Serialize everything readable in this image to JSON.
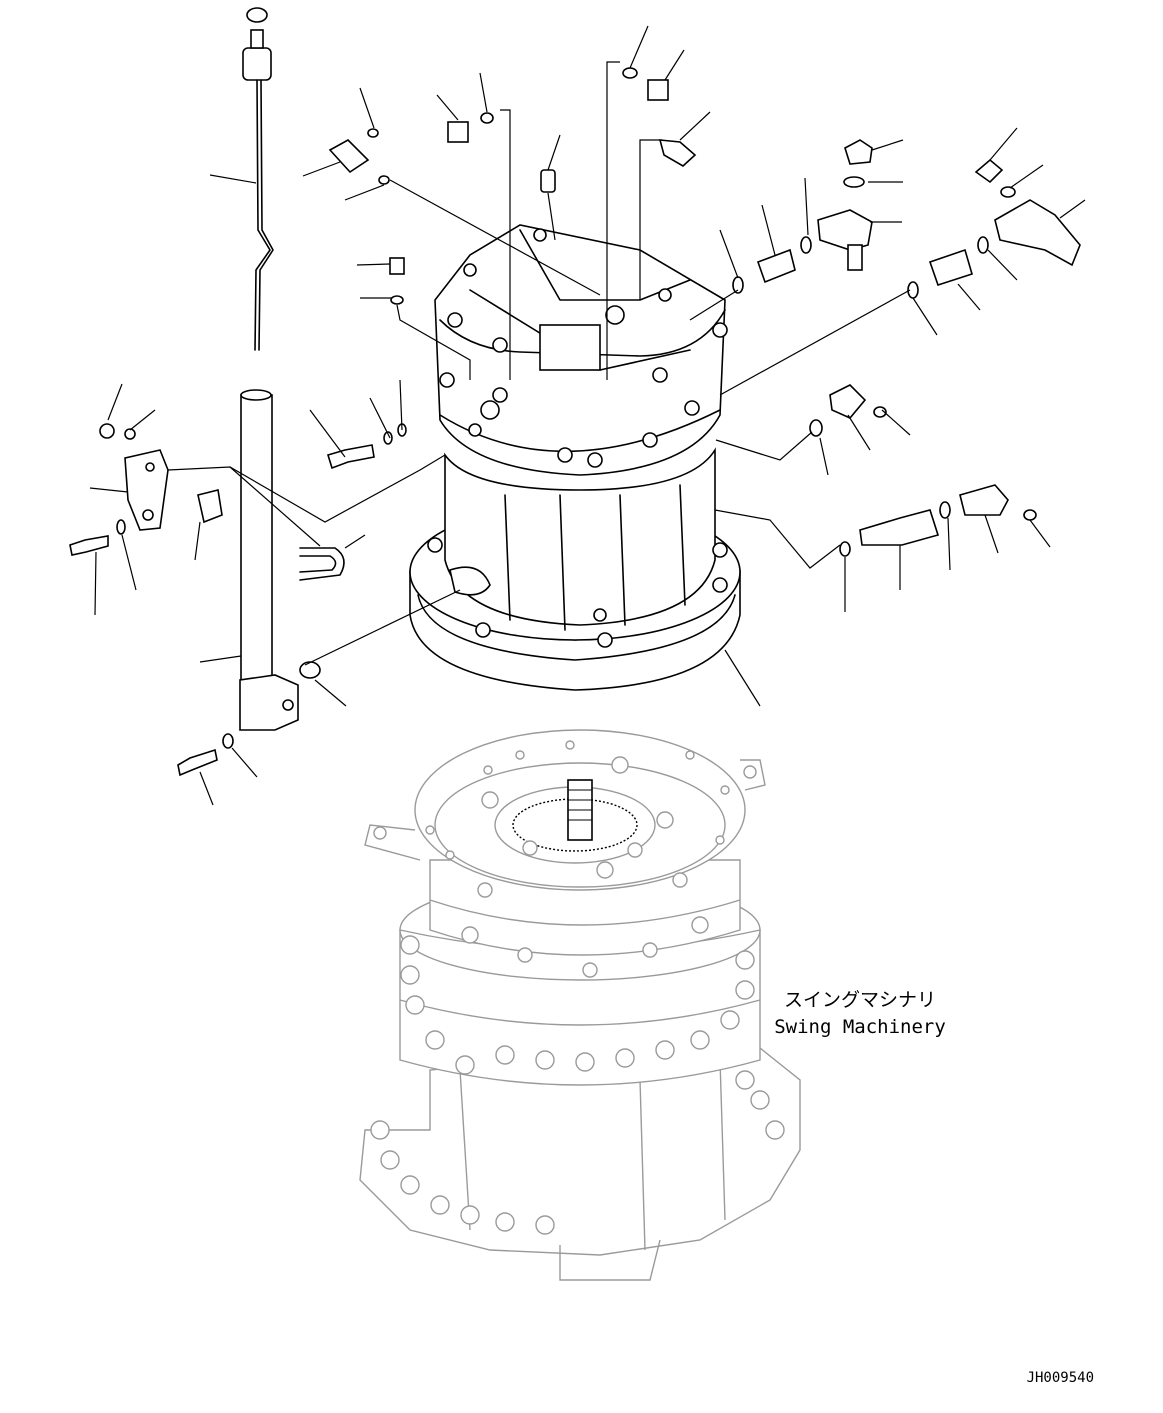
{
  "caption": {
    "japanese": "スイングマシナリ",
    "english": "Swing Machinery"
  },
  "drawing_code": "JH009540"
}
